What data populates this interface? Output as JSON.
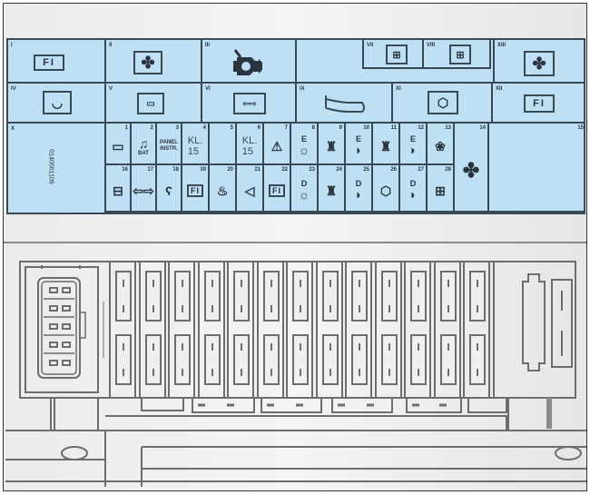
{
  "diagram": {
    "title": "Fuse box layout",
    "colors": {
      "legend_bg": "#bfe0f4",
      "legend_line": "#3a4a55",
      "drawing_line": "#6d6d6d",
      "background": "#eeeeee"
    },
    "legend": {
      "row1": [
        {
          "id": "I",
          "icon": "fuel-injection-icon",
          "text": "FI"
        },
        {
          "id": "II",
          "icon": "fan-icon"
        },
        {
          "id": "III",
          "icon": "engine-icon"
        },
        {
          "id": "VII",
          "icon": "cooling-fan-relay-icon"
        },
        {
          "id": "VIII",
          "icon": "cooling-fan-relay-icon"
        },
        {
          "id": "XIII",
          "icon": "fan-icon"
        }
      ],
      "row2": [
        {
          "id": "IV",
          "icon": "wiper-icon"
        },
        {
          "id": "V",
          "icon": "rear-defroster-icon"
        },
        {
          "id": "VI",
          "icon": "turn-signal-icon"
        },
        {
          "id": "IX",
          "icon": "horn-icon"
        },
        {
          "id": "XI",
          "icon": "gear-icon"
        },
        {
          "id": "XII",
          "icon": "fuel-injection-icon",
          "text": "FI"
        }
      ],
      "row3_label": {
        "id": "X",
        "vertical_text": "0140561109"
      },
      "fuses_top": [
        {
          "n": "1",
          "icon": "rear-defroster-icon"
        },
        {
          "n": "2",
          "icon": "music-note-icon",
          "text": "BAT"
        },
        {
          "n": "3",
          "text": "PANEL INSTR."
        },
        {
          "n": "4",
          "text": "KL. 15"
        },
        {
          "n": "5",
          "text": ""
        },
        {
          "n": "6",
          "text": "KL. 15"
        },
        {
          "n": "7",
          "icon": "hazard-horn-icon"
        },
        {
          "n": "8",
          "icon": "fog-light-icon",
          "text": "E"
        },
        {
          "n": "9",
          "icon": "seat-icon"
        },
        {
          "n": "10",
          "icon": "headlight-icon",
          "text": "E"
        },
        {
          "n": "11",
          "icon": "seat-icon"
        },
        {
          "n": "12",
          "icon": "headlight-icon",
          "text": "E"
        },
        {
          "n": "13",
          "icon": "washer-pump-icon"
        }
      ],
      "fuses_bottom": [
        {
          "n": "16",
          "icon": "battery-icon"
        },
        {
          "n": "17",
          "icon": "turn-signal-icon"
        },
        {
          "n": "18",
          "icon": "cigarette-lighter-icon"
        },
        {
          "n": "19",
          "icon": "fuel-injection-icon",
          "text": "FI"
        },
        {
          "n": "20",
          "icon": "oil-can-icon"
        },
        {
          "n": "21",
          "icon": "brake-light-icon"
        },
        {
          "n": "22",
          "icon": "fuel-injection-icon",
          "text": "FI"
        },
        {
          "n": "23",
          "icon": "fog-light-icon",
          "text": "D"
        },
        {
          "n": "24",
          "icon": "seat-icon"
        },
        {
          "n": "25",
          "icon": "headlight-icon",
          "text": "D"
        },
        {
          "n": "26",
          "icon": "gear-icon"
        },
        {
          "n": "27",
          "icon": "headlight-icon",
          "text": "D"
        },
        {
          "n": "28",
          "icon": "cooling-fan-relay-icon"
        }
      ],
      "tall": [
        {
          "n": "14",
          "icon": "fan-icon"
        },
        {
          "n": "15",
          "text": ""
        }
      ]
    },
    "fusebox": {
      "fuse_columns": 13,
      "fuses_per_column": 2,
      "connector_pins": 10
    }
  }
}
